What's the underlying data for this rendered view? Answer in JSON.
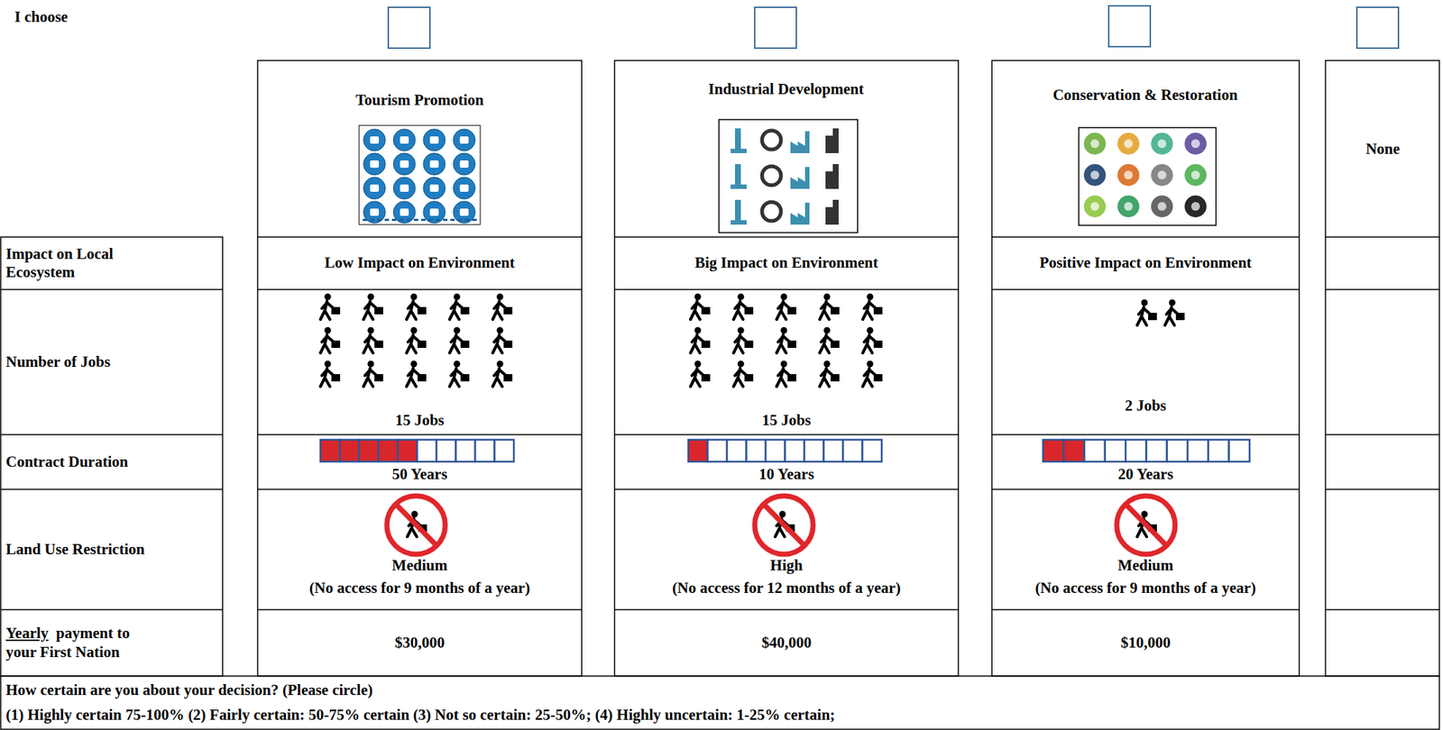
{
  "diagram": {
    "labels": [
      "I choose",
      "Tourism Promotion",
      "Industrial Development",
      "Conservation & Restoration",
      "None",
      "Impact on Local Ecosystem",
      "Low Impact on Environment",
      "Big Impact on Environment",
      "Positive Impact on Environment",
      "Number of Jobs",
      "15 Jobs",
      "15 Jobs",
      "2 Jobs",
      "Contract Duration",
      "50 Years",
      "10 Years",
      "20 Years",
      "Land Use Restriction",
      "Medium",
      "(No access for 9 months of a year)",
      "High",
      "(No access for 12 months of a year)",
      "Medium",
      "(No access for 9 months of a year)",
      "Yearly",
      "payment to your First Nation",
      "$30,000",
      "$40,000",
      "$10,000",
      "How certain are you about your decision? (Please circle)",
      "(1) Highly certain 75-100% (2) Fairly certain: 50-75% certain (3) Not so certain: 25-50%; (4)  Highly uncertain: 1-25% certain;"
    ]
  }
}
